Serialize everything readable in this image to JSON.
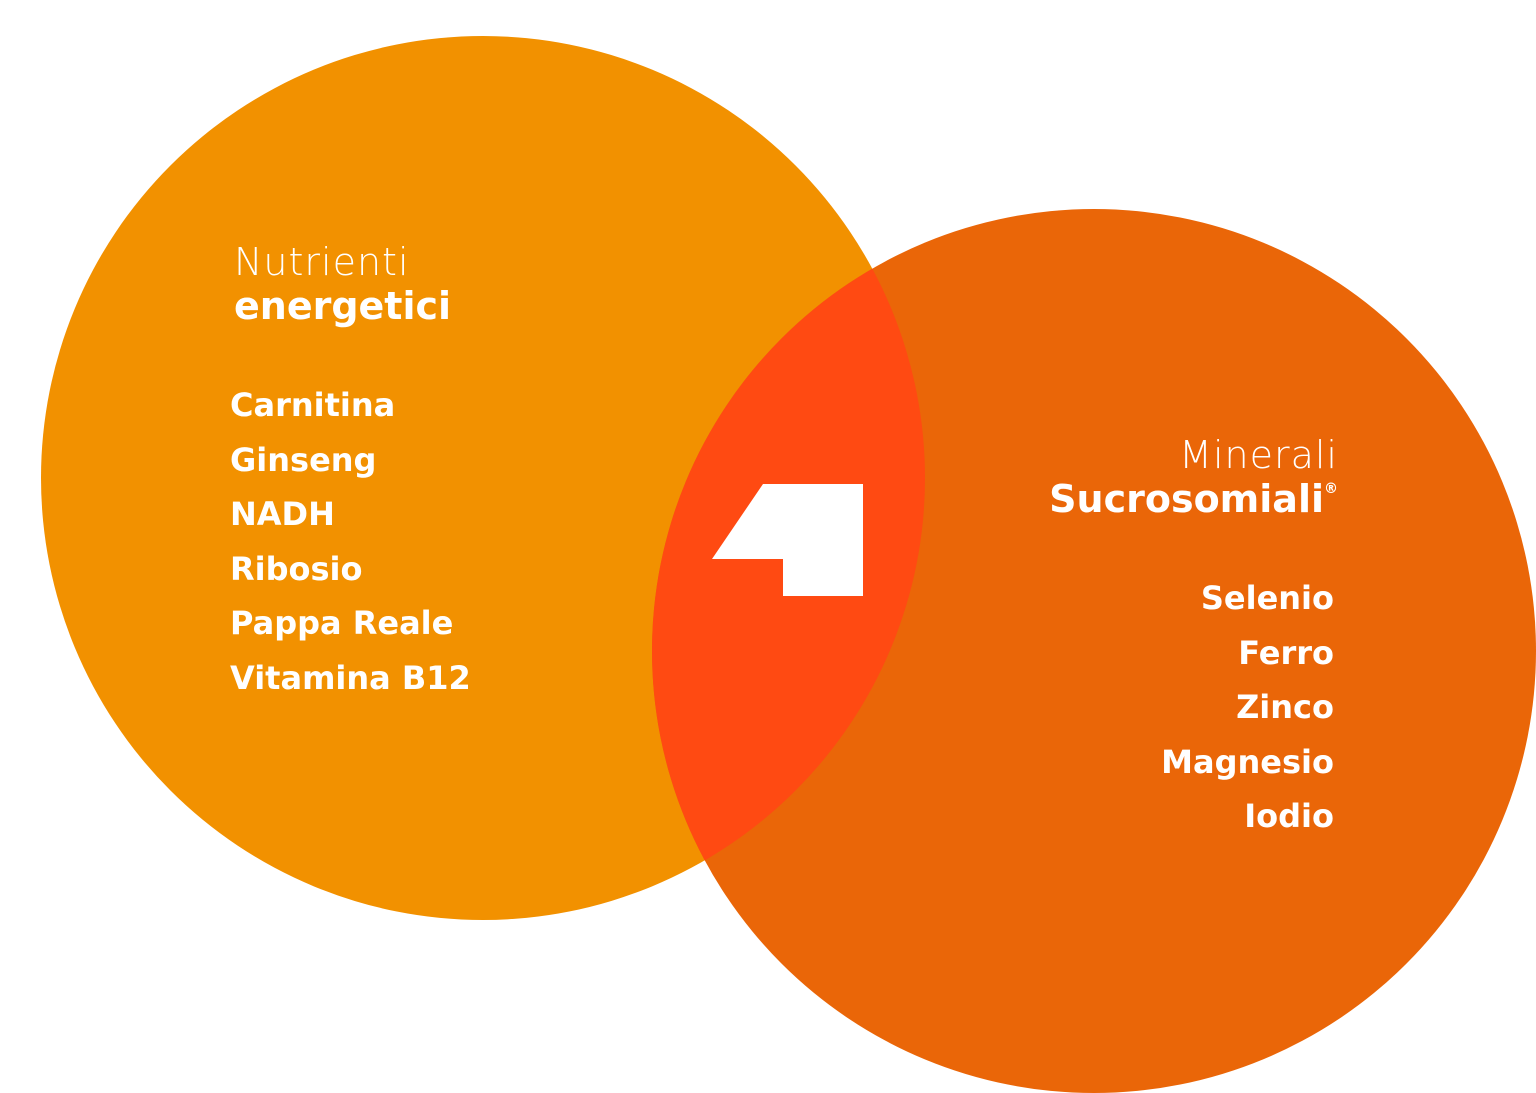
{
  "colors": {
    "left_circle": "#F29100",
    "right_circle": "#EA6608",
    "overlap": "#FF4A12",
    "text": "#FFFFFF",
    "logo": "#FFFFFF"
  },
  "left": {
    "title_light": "Nutrienti",
    "title_bold": "energetici",
    "items": [
      "Carnitina",
      "Ginseng",
      "NADH",
      "Ribosio",
      "Pappa Reale",
      "Vitamina B12"
    ]
  },
  "right": {
    "title_light": "Minerali",
    "title_bold": "Sucrosomiali",
    "registered_mark": "®",
    "items": [
      "Selenio",
      "Ferro",
      "Zinco",
      "Magnesio",
      "Iodio"
    ]
  },
  "center": {
    "logo_icon": "brand-logo-icon"
  }
}
